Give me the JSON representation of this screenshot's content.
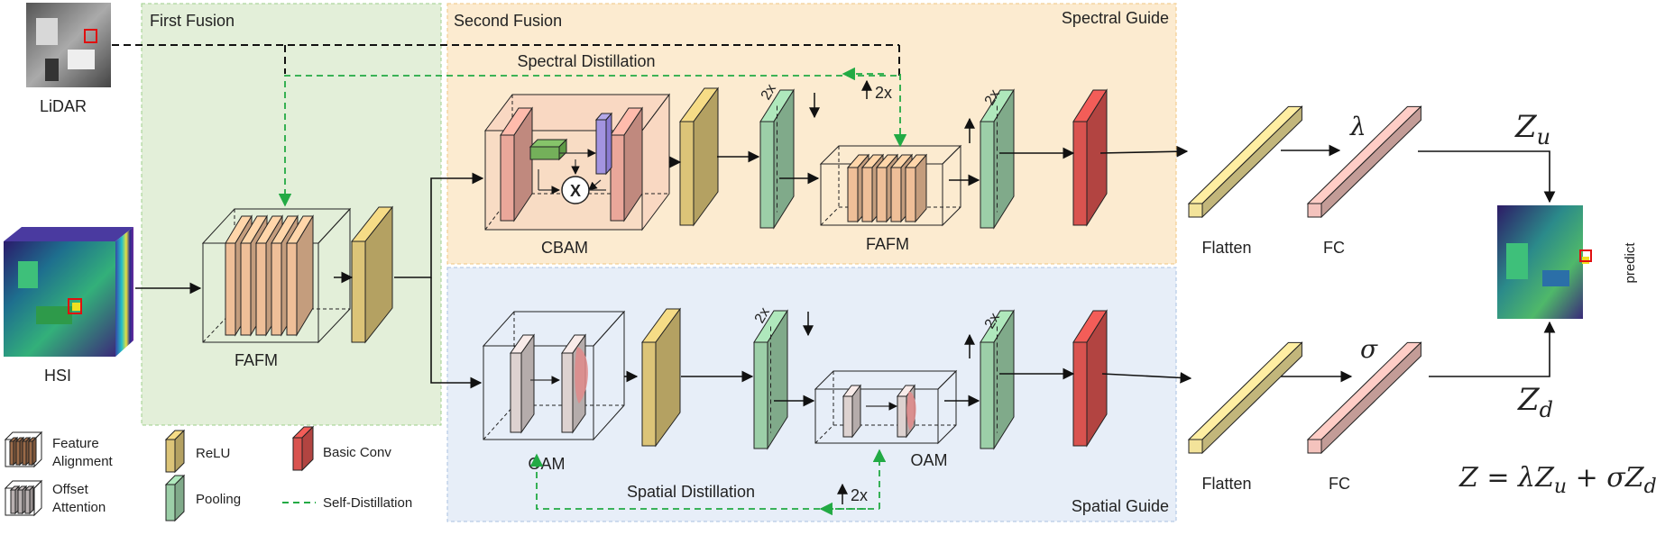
{
  "title": "",
  "regions": {
    "first_fusion": "First Fusion",
    "second_fusion": "Second Fusion",
    "spectral_guide": "Spectral Guide",
    "spatial_guide": "Spatial Guide"
  },
  "inputs": {
    "lidar": "LiDAR",
    "hsi": "HSI"
  },
  "modules": {
    "fafm_first": "FAFM",
    "cbam": "CBAM",
    "fafm_spectral": "FAFM",
    "oam_1": "OAM",
    "oam_2": "OAM",
    "multiply_symbol": "X"
  },
  "distillation": {
    "spectral": "Spectral Distillation",
    "spatial": "Spatial Distillation",
    "spectral_scale": "2x",
    "spatial_scale": "2x",
    "pool_scale_top_1": "2x",
    "pool_scale_top_2": "2x",
    "pool_scale_bottom_1": "2x",
    "pool_scale_bottom_2": "2x"
  },
  "heads": {
    "flatten_top": "Flatten",
    "fc_top": "FC",
    "flatten_bottom": "Flatten",
    "fc_bottom": "FC",
    "lambda": "λ",
    "sigma": "σ",
    "z_u": "Z",
    "z_u_sub": "u",
    "z_d": "Z",
    "z_d_sub": "d",
    "output": "predict",
    "equation": "Z = λZ",
    "equation_u": "u",
    "equation_mid": " + σZ",
    "equation_d": "d"
  },
  "legend": {
    "feature_alignment_1": "Feature",
    "feature_alignment_2": "Alignment",
    "offset_attention_1": "Offset",
    "offset_attention_2": "Attention",
    "relu": "ReLU",
    "pooling": "Pooling",
    "basic_conv": "Basic Conv",
    "self_distillation": "Self-Distillation"
  },
  "colors": {
    "first_fusion_bg": "#e3efd9",
    "spectral_bg": "#fcebd0",
    "spatial_bg": "#e7eef8",
    "relu": "#dcc478",
    "pooling": "#9ccfa8",
    "basic_conv": "#d9534f",
    "fafm_slab": "#efbf98",
    "flatten": "#f3e39a",
    "fc": "#f4c3bd",
    "distill": "#22aa44"
  }
}
